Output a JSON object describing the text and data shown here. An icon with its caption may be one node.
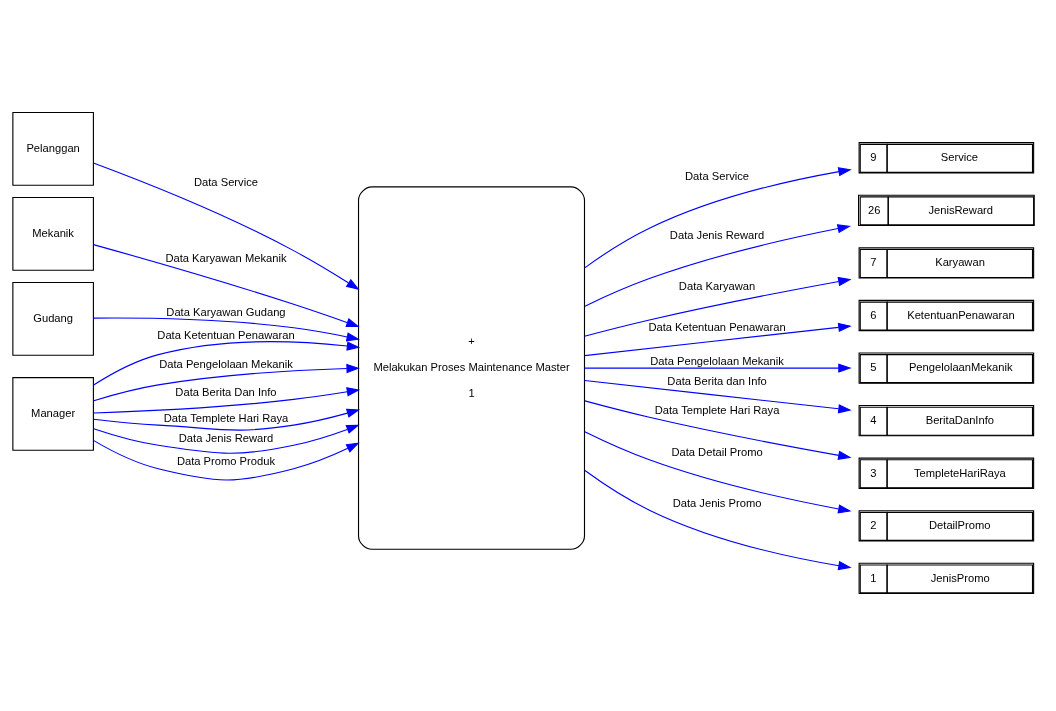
{
  "diagram": {
    "nodes": [
      {
        "text": [
          "Pelanggan"
        ]
      },
      {
        "text": [
          "Mekanik"
        ]
      },
      {
        "text": [
          "Gudang"
        ]
      },
      {
        "text": [
          "Manager"
        ]
      },
      {
        "text": [
          "+",
          "Melakukan Proses Maintenance Master",
          "1"
        ]
      },
      {
        "text": [
          "9",
          "Service"
        ]
      },
      {
        "text": [
          "26",
          "JenisReward"
        ]
      },
      {
        "text": [
          "7",
          "Karyawan"
        ]
      },
      {
        "text": [
          "6",
          "KetentuanPenawaran"
        ]
      },
      {
        "text": [
          "5",
          "PengelolaanMekanik"
        ]
      },
      {
        "text": [
          "4",
          "BeritaDanInfo"
        ]
      },
      {
        "text": [
          "3",
          "TempleteHariRaya"
        ]
      },
      {
        "text": [
          "2",
          "DetailPromo"
        ]
      },
      {
        "text": [
          "1",
          "JenisPromo"
        ]
      }
    ],
    "edges": [
      {
        "from": 0,
        "to": 4,
        "arrow": "to",
        "label": "Data Service"
      },
      {
        "from": 1,
        "to": 4,
        "arrow": "to",
        "label": "Data Karyawan Mekanik"
      },
      {
        "from": 2,
        "to": 4,
        "arrow": "to",
        "label": "Data Karyawan Gudang"
      },
      {
        "from": 3,
        "to": 4,
        "arrow": "to",
        "label": "Data Ketentuan Penawaran"
      },
      {
        "from": 3,
        "to": 4,
        "arrow": "to",
        "label": "Data Pengelolaan Mekanik"
      },
      {
        "from": 3,
        "to": 4,
        "arrow": "to",
        "label": "Data Berita Dan Info"
      },
      {
        "from": 3,
        "to": 4,
        "arrow": "to",
        "label": "Data Templete Hari Raya"
      },
      {
        "from": 3,
        "to": 4,
        "arrow": "to",
        "label": "Data Jenis Reward"
      },
      {
        "from": 3,
        "to": 4,
        "arrow": "to",
        "label": "Data Promo Produk"
      },
      {
        "from": 4,
        "to": 5,
        "arrow": "to",
        "label": "Data Service"
      },
      {
        "from": 4,
        "to": 6,
        "arrow": "to",
        "label": "Data Jenis Reward"
      },
      {
        "from": 4,
        "to": 7,
        "arrow": "to",
        "label": "Data Karyawan"
      },
      {
        "from": 4,
        "to": 8,
        "arrow": "to",
        "label": "Data Ketentuan Penawaran"
      },
      {
        "from": 4,
        "to": 9,
        "arrow": "to",
        "label": "Data Pengelolaan Mekanik"
      },
      {
        "from": 4,
        "to": 10,
        "arrow": "to",
        "label": "Data Berita dan Info"
      },
      {
        "from": 4,
        "to": 11,
        "arrow": "to",
        "label": "Data Templete Hari Raya"
      },
      {
        "from": 4,
        "to": 12,
        "arrow": "to",
        "label": "Data Detail Promo"
      },
      {
        "from": 4,
        "to": 13,
        "arrow": "to",
        "label": "Data Jenis Promo"
      }
    ]
  }
}
